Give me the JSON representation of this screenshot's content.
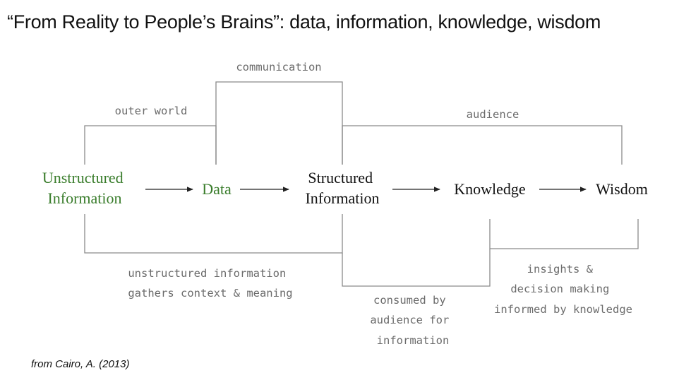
{
  "title": "“From Reality to People’s Brains”: data, information, knowledge, wisdom",
  "citation": "from Cairo, A. (2013)",
  "colors": {
    "green": "#3a7d2c",
    "dark": "#111111",
    "label": "#6b6b6b",
    "bracket": "#8a8a8a"
  },
  "nodes": {
    "unstructured": {
      "line1": "Unstructured",
      "line2": "Information"
    },
    "data": {
      "label": "Data"
    },
    "structured": {
      "line1": "Structured",
      "line2": "Information"
    },
    "knowledge": {
      "label": "Knowledge"
    },
    "wisdom": {
      "label": "Wisdom"
    }
  },
  "labels": {
    "communication": "communication",
    "outer_world": "outer world",
    "audience": "audience",
    "context": {
      "line1": "unstructured information",
      "line2": "gathers context & meaning"
    },
    "consumed": {
      "line1": "consumed by",
      "line2": "audience for",
      "line3": "information"
    },
    "insights": {
      "line1": "insights &",
      "line2": "decision making",
      "line3": "informed by knowledge"
    }
  }
}
